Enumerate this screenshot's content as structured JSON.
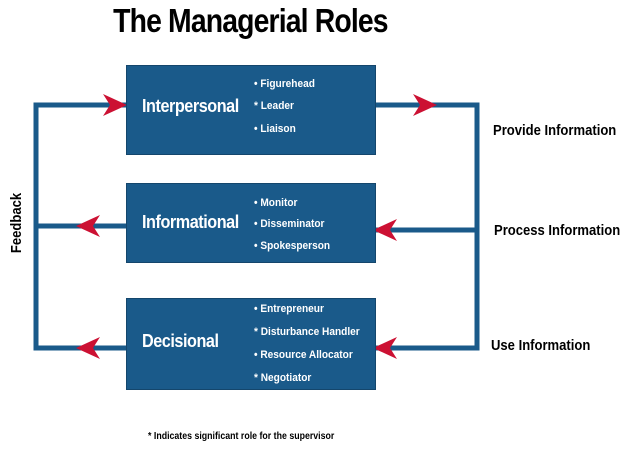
{
  "title": "The Managerial Roles",
  "colors": {
    "box": "#1a5a8a",
    "line": "#1a5a8a",
    "arrowhead": "#cc1133",
    "text_on_box": "#ffffff"
  },
  "boxes": [
    {
      "label": "Interpersonal",
      "items": [
        "• Figurehead",
        "* Leader",
        "• Liaison"
      ]
    },
    {
      "label": "Informational",
      "items": [
        "• Monitor",
        "• Disseminator",
        "• Spokesperson"
      ]
    },
    {
      "label": "Decisional",
      "items": [
        "• Entrepreneur",
        "* Disturbance Handler",
        "• Resource Allocator",
        "* Negotiator"
      ]
    }
  ],
  "right_labels": {
    "provide": "Provide Information",
    "process": "Process Information",
    "use": "Use Information"
  },
  "feedback_label": "Feedback",
  "footnote": "* Indicates significant role for the supervisor",
  "icons": {
    "arrow": "arrowhead-icon"
  }
}
